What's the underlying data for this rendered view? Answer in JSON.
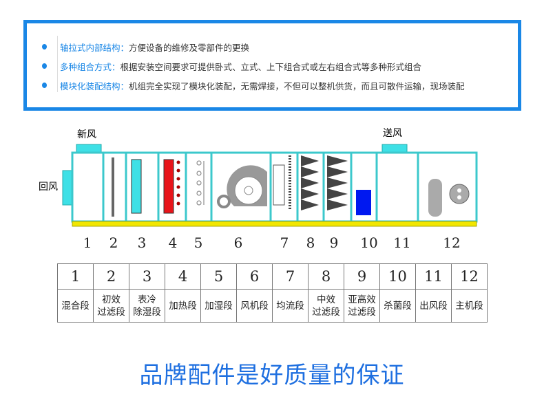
{
  "features": [
    {
      "key": "轴拉式内部结构：",
      "text": "方便设备的维修及零部件的更换"
    },
    {
      "key": "多种组合方式：",
      "text": "根据安装空间要求可提供卧式、立式、上下组合式或左右组合式等多种形式组合"
    },
    {
      "key": "模块化装配结构：",
      "text": "机组完全实现了模块化装配，无需焊接，不但可以整机供货，而且可散件运输，现场装配"
    }
  ],
  "diagram": {
    "fresh_air": "新风",
    "return_air": "回风",
    "supply_air": "送风",
    "numbers": [
      "1",
      "2",
      "3",
      "4",
      "5",
      "6",
      "7",
      "8",
      "9",
      "10",
      "11",
      "12"
    ]
  },
  "table": {
    "numbers": [
      "1",
      "2",
      "3",
      "4",
      "5",
      "6",
      "7",
      "8",
      "9",
      "10",
      "11",
      "12"
    ],
    "labels": [
      [
        "混合段"
      ],
      [
        "初效",
        "过滤段"
      ],
      [
        "表冷",
        "除湿段"
      ],
      [
        "加热段"
      ],
      [
        "加湿段"
      ],
      [
        "风机段"
      ],
      [
        "均流段"
      ],
      [
        "中效",
        "过滤段"
      ],
      [
        "亚高效",
        "过滤段"
      ],
      [
        "杀菌段"
      ],
      [
        "出风段"
      ],
      [
        "主机段"
      ]
    ]
  },
  "slogan": "品牌配件是好质量的保证",
  "colors": {
    "accent": "#1a87e6",
    "frame": "#3cc8cc",
    "base": "#f2e600"
  }
}
